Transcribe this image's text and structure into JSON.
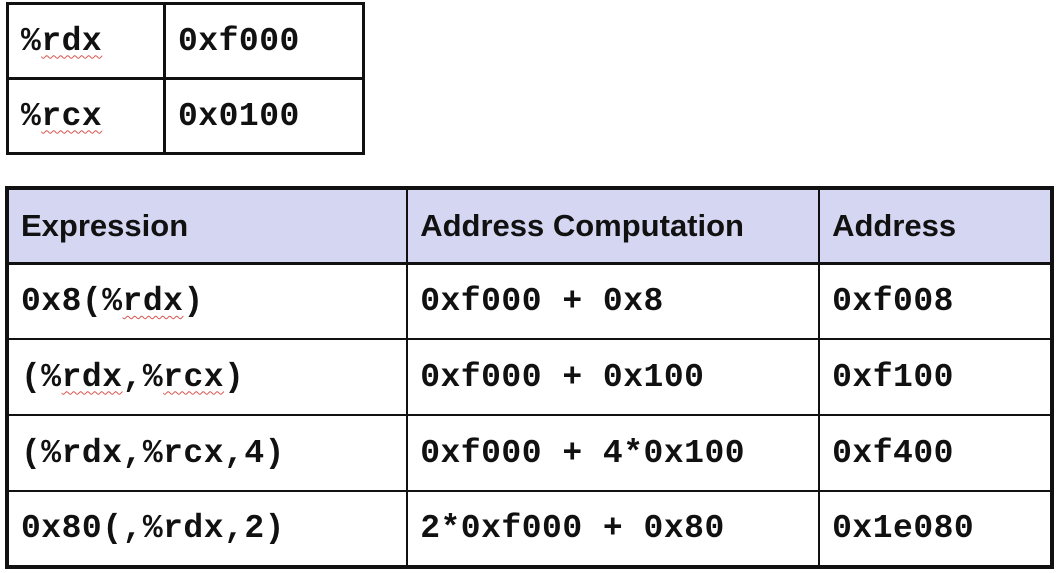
{
  "registers": [
    {
      "name_prefix": "%",
      "name": "rdx",
      "value": "0xf000"
    },
    {
      "name_prefix": "%",
      "name": "rcx",
      "value": "0x0100"
    }
  ],
  "table": {
    "headers": [
      "Expression",
      "Address Computation",
      "Address"
    ],
    "header_bg": "#d5d6f1",
    "rows": [
      {
        "expr": "0x8(%rdx)",
        "computation": "0xf000 + 0x8",
        "address": "0xf008"
      },
      {
        "expr": "(%rdx,%rcx)",
        "computation": "0xf000 + 0x100",
        "address": "0xf100"
      },
      {
        "expr": "(%rdx,%rcx,4)",
        "computation": "0xf000 + 4*0x100",
        "address": "0xf400"
      },
      {
        "expr": "0x80(,%rdx,2)",
        "computation": "2*0xf000 + 0x80",
        "address": "0x1e080"
      }
    ]
  }
}
